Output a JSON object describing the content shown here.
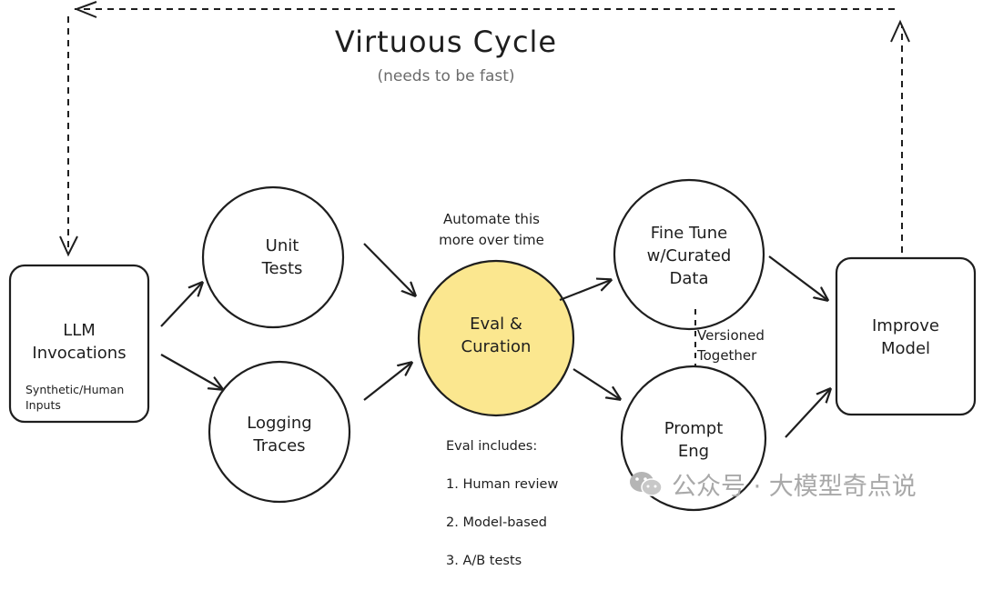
{
  "title": "Virtuous Cycle",
  "subtitle": "(needs to be fast)",
  "nodes": {
    "llm": {
      "title": "LLM\nInvocations",
      "note": "Synthetic/Human\nInputs"
    },
    "unit_tests": "Unit\nTests",
    "logging": "Logging\nTraces",
    "eval": "Eval &\nCuration",
    "fine_tune": "Fine Tune\nw/Curated\nData",
    "prompt": "Prompt\nEng",
    "improve": "Improve\nModel"
  },
  "annotations": {
    "automate": "Automate this\nmore over time",
    "versioned": "Versioned\nTogether",
    "eval_includes_title": "Eval includes:",
    "eval_includes": [
      "1. Human review",
      "2. Model-based",
      "3. A/B tests"
    ]
  },
  "colors": {
    "eval_fill": "#fbe78f",
    "stroke": "#1e1e1e"
  },
  "watermark": {
    "icon": "wechat-icon",
    "text": "公众号 · 大模型奇点说"
  }
}
